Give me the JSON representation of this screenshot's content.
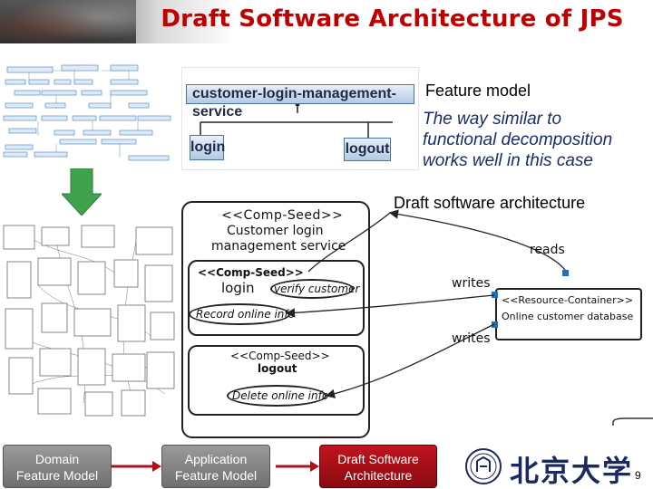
{
  "slide": {
    "title": "Draft Software Architecture of JPS",
    "page_number": "9"
  },
  "feature_model": {
    "label": "Feature model",
    "root": "customer-login-management-service",
    "children": [
      "login",
      "logout"
    ]
  },
  "note": {
    "lines": [
      "The way similar to",
      "functional decomposition",
      "works well in this case"
    ]
  },
  "architecture": {
    "label": "Draft software architecture",
    "outer": {
      "stereotype": "<<Comp-Seed>>",
      "name_line1": "Customer login",
      "name_line2": "management service"
    },
    "login_comp": {
      "stereotype": "<<Comp-Seed>>",
      "name": "login",
      "features": [
        "verify customer",
        "Record online info"
      ]
    },
    "logout_comp": {
      "stereotype": "<<Comp-Seed>>",
      "name": "logout",
      "features": [
        "Delete online info"
      ]
    },
    "resource": {
      "stereotype": "<<Resource-Container>>",
      "name": "Online customer database"
    },
    "relations": [
      "reads",
      "writes",
      "writes"
    ]
  },
  "nav": {
    "steps": [
      {
        "line1": "Domain",
        "line2": "Feature Model",
        "active": false
      },
      {
        "line1": "Application",
        "line2": "Feature Model",
        "active": false
      },
      {
        "line1": "Draft Software",
        "line2": "Architecture",
        "active": true
      }
    ]
  },
  "logo": {
    "name": "北京大学"
  },
  "colors": {
    "title": "#c00000",
    "note": "#1a2c6b",
    "nav_active": "#b0101a",
    "nav_inactive": "#808080",
    "arrow": "#3fa34d"
  }
}
